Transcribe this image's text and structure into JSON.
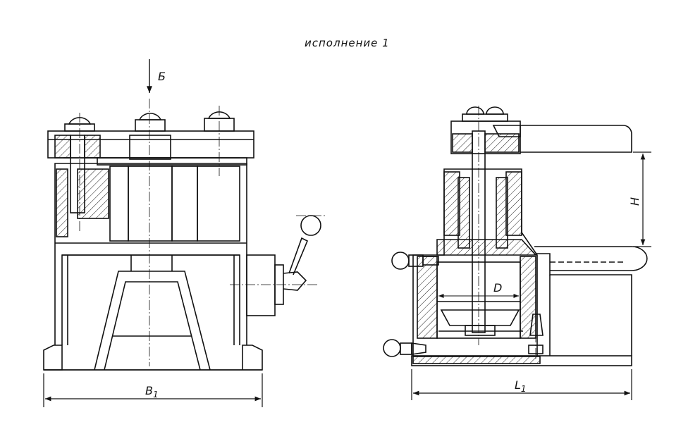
{
  "title": "исполнение 1",
  "labels": {
    "view_arrow": "Б",
    "width_left": "B",
    "width_left_sub": "1",
    "length_right": "L",
    "length_right_sub": "1",
    "height": "H",
    "diameter": "D"
  }
}
